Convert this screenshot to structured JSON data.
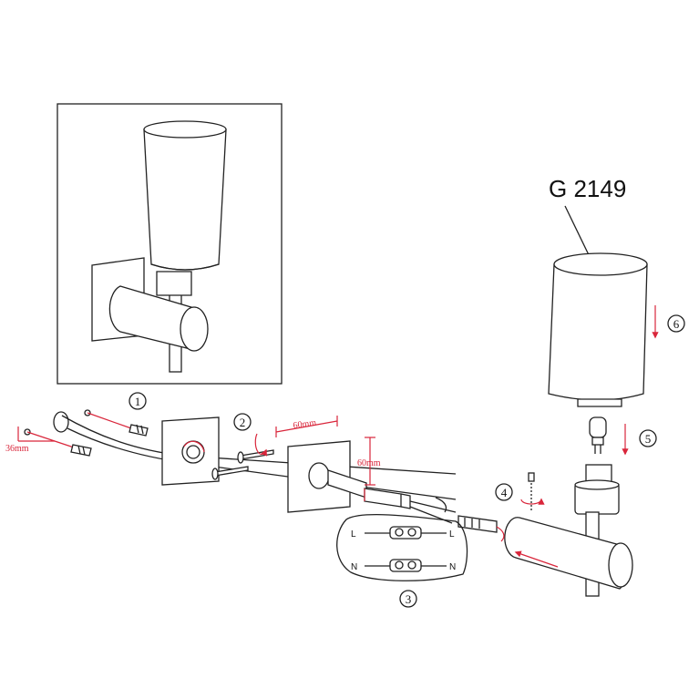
{
  "model_label": "G 2149",
  "steps": [
    "1",
    "2",
    "3",
    "4",
    "5",
    "6"
  ],
  "dimensions": {
    "wall_hole_spacing": "36mm",
    "horizontal": "60mm",
    "vertical": "60mm"
  },
  "wiring": {
    "live_left": "L",
    "live_right": "L",
    "neutral_left": "N",
    "neutral_right": "N"
  },
  "colors": {
    "line": "#222222",
    "accent": "#d9263b",
    "background": "#ffffff"
  }
}
